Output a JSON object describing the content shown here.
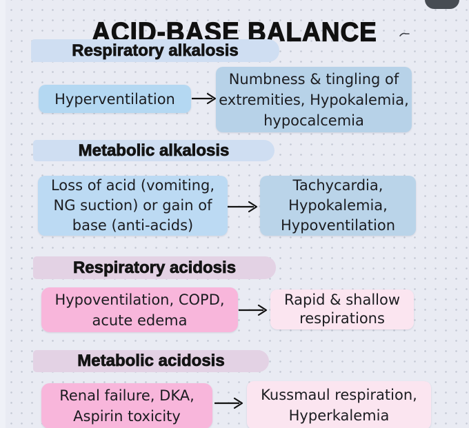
{
  "title": "ACID-BASE BALANCE",
  "sections": [
    {
      "heading": "Respiratory alkalosis",
      "theme": "blue",
      "cause": "Hyperventilation",
      "effect": "Numbness & tingling of\nextremities, Hypokalemia,\nhypocalcemia"
    },
    {
      "heading": "Metabolic alkalosis",
      "theme": "blue",
      "cause": "Loss of acid (vomiting,\nNG suction) or gain of\nbase (anti-acids)",
      "effect": "Tachycardia,\nHypokalemia,\nHypoventilation"
    },
    {
      "heading": "Respiratory acidosis",
      "theme": "pink",
      "cause": "Hypoventilation, COPD,\nacute edema",
      "effect": "Rapid & shallow\nrespirations"
    },
    {
      "heading": "Metabolic acidosis",
      "theme": "pink",
      "cause": "Renal failure, DKA,\nAspirin toxicity",
      "effect": "Kussmaul respiration,\nHyperkalemia"
    }
  ],
  "icons": {
    "arrow": "right-arrow"
  },
  "colors": {
    "background": "#e9ebf3",
    "dot_grid": "#c4c9d4",
    "heading_band_blue": "#cfdef2",
    "heading_band_mauve": "#e3d2e4",
    "cause_box_blue": "#b4d8f2",
    "effect_box_blue": "#b7d2e8",
    "cause_box_pink": "#f8b6db",
    "effect_box_pink": "#fbe5f0",
    "text": "#15161a",
    "corner_shape": "#474c53"
  }
}
